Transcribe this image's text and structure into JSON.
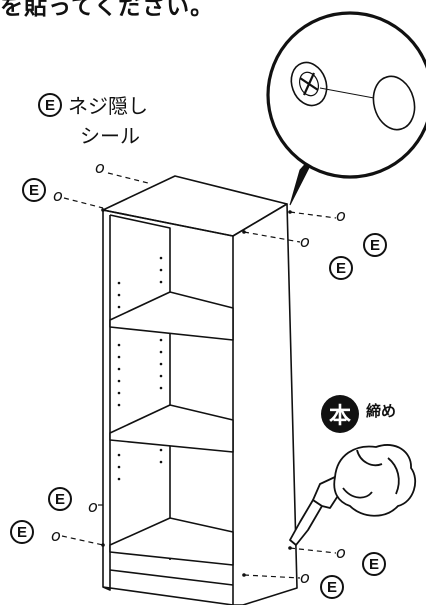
{
  "header_text": "を貼ってください。",
  "sticker_label": {
    "letter": "E",
    "line1": "ネジ隠し",
    "line2": "シール"
  },
  "markers": {
    "letter": "E",
    "screw_letter": "o"
  },
  "tighten": {
    "badge": "本",
    "text": "締め"
  }
}
